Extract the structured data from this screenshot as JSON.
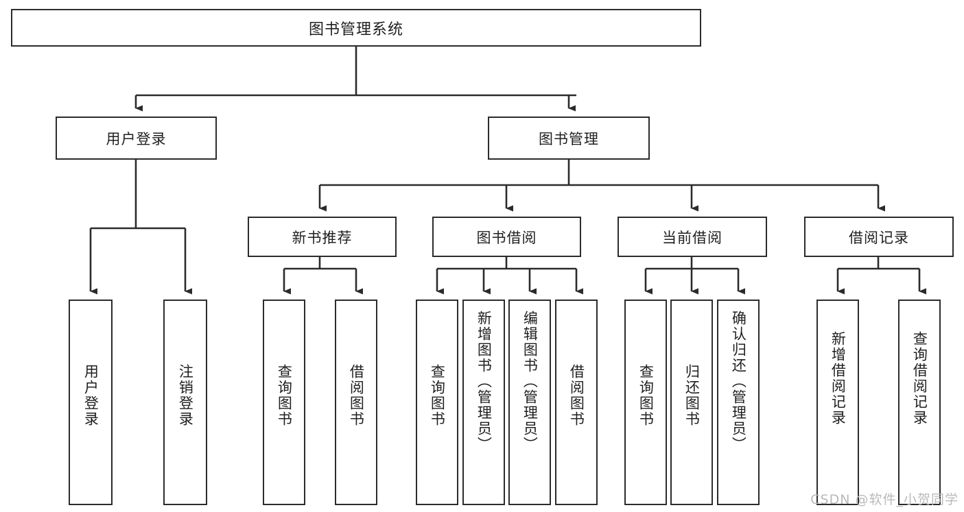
{
  "diagram": {
    "type": "tree",
    "title": "图书管理系统",
    "root": {
      "id": "root",
      "label": "图书管理系统"
    },
    "level2": [
      {
        "id": "user-login",
        "label": "用户登录"
      },
      {
        "id": "book-manage",
        "label": "图书管理"
      }
    ],
    "level3": [
      {
        "id": "new-book-rec",
        "label": "新书推荐",
        "parent": "book-manage"
      },
      {
        "id": "book-borrow",
        "label": "图书借阅",
        "parent": "book-manage"
      },
      {
        "id": "current-borrow",
        "label": "当前借阅",
        "parent": "book-manage"
      },
      {
        "id": "borrow-record",
        "label": "借阅记录",
        "parent": "book-manage"
      }
    ],
    "leaves": [
      {
        "id": "leaf-user-login",
        "label": "用户登录",
        "parent": "user-login"
      },
      {
        "id": "leaf-logout",
        "label": "注销登录",
        "parent": "user-login"
      },
      {
        "id": "leaf-query-book-1",
        "label": "查询图书",
        "parent": "new-book-rec"
      },
      {
        "id": "leaf-borrow-book-1",
        "label": "借阅图书",
        "parent": "new-book-rec"
      },
      {
        "id": "leaf-query-book-2",
        "label": "查询图书",
        "parent": "book-borrow"
      },
      {
        "id": "leaf-add-book",
        "label": "新增图书（管理员）",
        "parent": "book-borrow"
      },
      {
        "id": "leaf-edit-book",
        "label": "编辑图书（管理员）",
        "parent": "book-borrow"
      },
      {
        "id": "leaf-borrow-book-2",
        "label": "借阅图书",
        "parent": "book-borrow"
      },
      {
        "id": "leaf-query-book-3",
        "label": "查询图书",
        "parent": "current-borrow"
      },
      {
        "id": "leaf-return-book",
        "label": "归还图书",
        "parent": "current-borrow"
      },
      {
        "id": "leaf-confirm-return",
        "label": "确认归还（管理员）",
        "parent": "current-borrow"
      },
      {
        "id": "leaf-add-record",
        "label": "新增借阅记录",
        "parent": "borrow-record"
      },
      {
        "id": "leaf-query-record",
        "label": "查询借阅记录",
        "parent": "borrow-record"
      }
    ],
    "colors": {
      "stroke": "#2b2b2b",
      "fill": "#ffffff",
      "text": "#1f1f1f",
      "watermark": "#b9b9b9"
    }
  },
  "watermark": {
    "text": "CSDN @软件_小贺同学"
  }
}
